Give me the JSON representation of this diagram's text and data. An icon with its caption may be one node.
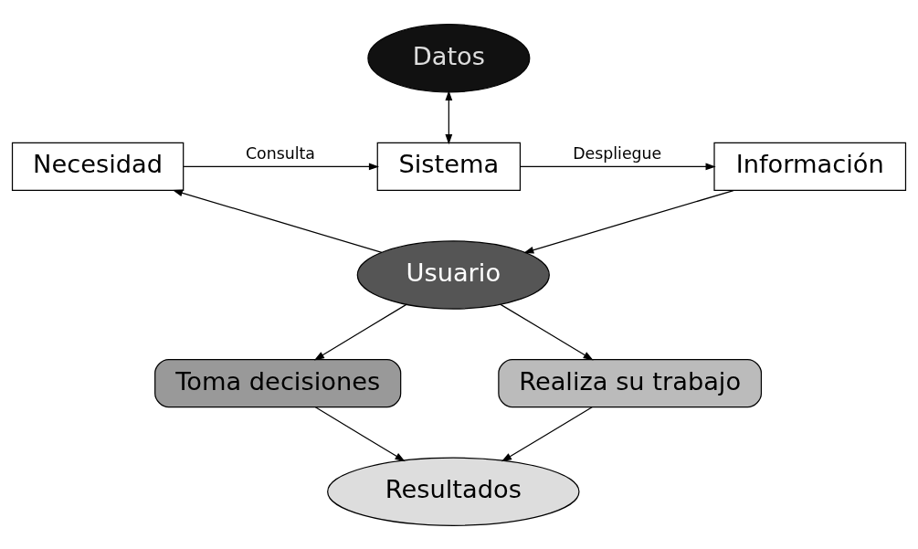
{
  "diagram": {
    "nodes": [
      {
        "text": [
          "Datos"
        ]
      },
      {
        "text": [
          "Necesidad"
        ]
      },
      {
        "text": [
          "Sistema"
        ]
      },
      {
        "text": [
          "Información"
        ]
      },
      {
        "text": [
          "Usuario"
        ]
      },
      {
        "text": [
          "Toma decisiones"
        ]
      },
      {
        "text": [
          "Realiza su trabajo"
        ]
      },
      {
        "text": [
          "Resultados"
        ]
      }
    ],
    "edges": [
      {
        "from": 0,
        "to": 2,
        "arrow": "both"
      },
      {
        "from": 1,
        "to": 2,
        "arrow": "to",
        "label": "Consulta"
      },
      {
        "from": 2,
        "to": 3,
        "arrow": "to",
        "label": "Despliegue"
      },
      {
        "from": 4,
        "to": 1,
        "arrow": "to"
      },
      {
        "from": 3,
        "to": 4,
        "arrow": "to"
      },
      {
        "from": 4,
        "to": 5,
        "arrow": "to"
      },
      {
        "from": 4,
        "to": 6,
        "arrow": "to"
      },
      {
        "from": 5,
        "to": 7,
        "arrow": "to"
      },
      {
        "from": 6,
        "to": 7,
        "arrow": "to"
      }
    ]
  }
}
